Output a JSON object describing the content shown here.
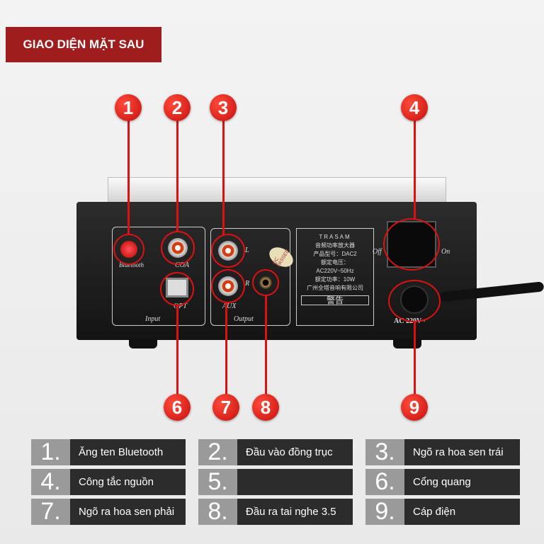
{
  "title": "GIAO DIỆN MẶT SAU",
  "device": {
    "input_label": "Input",
    "output_label": "Output",
    "bluetooth": "Bluetooth",
    "coa": "COA",
    "opt": "OPT",
    "aux": "AUX",
    "l": "L",
    "r": "R",
    "off": "Off",
    "on": "On",
    "ac": "AC 220V~",
    "brand": "TRASAM",
    "label_lines": [
      "音频功率放大器",
      "产品型号：DAC2",
      "额定电压：",
      "AC220V~50Hz",
      "额定功率：10W",
      "广州全塔音响有限公司",
      "警告"
    ],
    "qc": "QC PASSED"
  },
  "markers": [
    "1",
    "2",
    "3",
    "4",
    "6",
    "7",
    "8",
    "9"
  ],
  "legend": [
    {
      "n": "1.",
      "t": "Ăng ten Bluetooth"
    },
    {
      "n": "2.",
      "t": "Đầu vào đồng trục"
    },
    {
      "n": "3.",
      "t": "Ngõ ra hoa sen trái"
    },
    {
      "n": "4.",
      "t": "Công tắc nguồn"
    },
    {
      "n": "5.",
      "t": ""
    },
    {
      "n": "6.",
      "t": "Cổng quang"
    },
    {
      "n": "7.",
      "t": "Ngõ ra hoa sen phải"
    },
    {
      "n": "8.",
      "t": "Đầu ra tai nghe 3.5"
    },
    {
      "n": "9.",
      "t": "Cáp điện"
    }
  ]
}
